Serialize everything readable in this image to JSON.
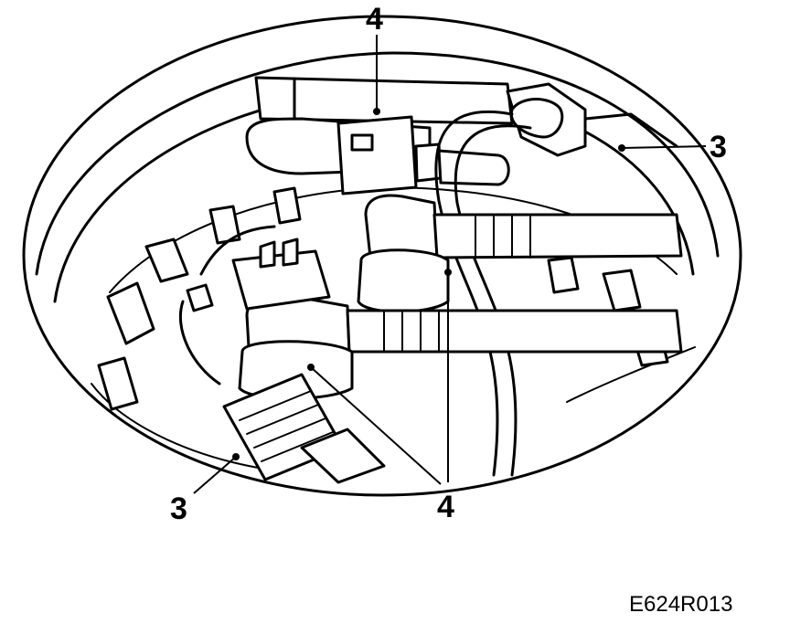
{
  "callouts": {
    "top_4": "4",
    "right_3": "3",
    "left_3": "3",
    "bottom_4": "4"
  },
  "figure_code": "E624R013"
}
